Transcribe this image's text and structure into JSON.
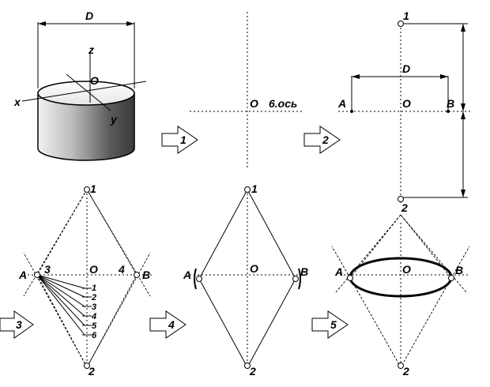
{
  "labels": {
    "D": "D",
    "O": "O",
    "x": "x",
    "y": "y",
    "z": "z",
    "A": "A",
    "B": "B",
    "one": "1",
    "two": "2",
    "three": "3",
    "four": "4",
    "five": "5",
    "six": "6",
    "axis6": "6.ось"
  },
  "steps": [
    "1",
    "2",
    "3",
    "4",
    "5"
  ]
}
